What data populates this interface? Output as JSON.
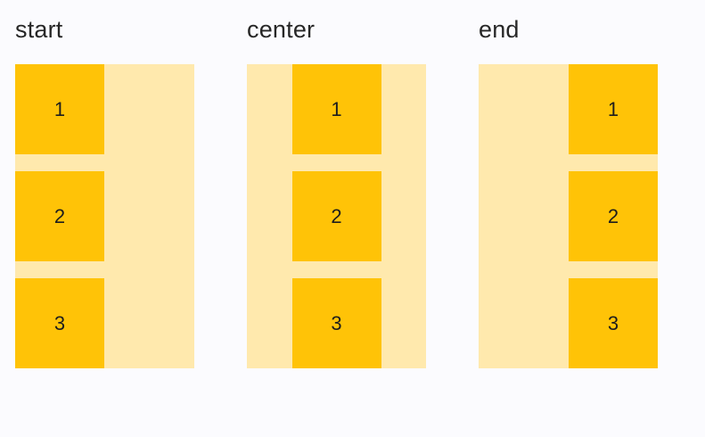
{
  "page": {
    "background_color": "#fbfbfe",
    "title": "flexbox align-items demonstration"
  },
  "colors": {
    "container_fill": "#ffe9ad",
    "item_fill": "#ffc307",
    "label_text": "#272727",
    "item_text": "#1d1d1d"
  },
  "demos": [
    {
      "label": "start",
      "alignment": "flex-start",
      "items": [
        {
          "label": "1"
        },
        {
          "label": "2"
        },
        {
          "label": "3"
        }
      ]
    },
    {
      "label": "center",
      "alignment": "center",
      "items": [
        {
          "label": "1"
        },
        {
          "label": "2"
        },
        {
          "label": "3"
        }
      ]
    },
    {
      "label": "end",
      "alignment": "flex-end",
      "items": [
        {
          "label": "1"
        },
        {
          "label": "2"
        },
        {
          "label": "3"
        }
      ]
    }
  ]
}
